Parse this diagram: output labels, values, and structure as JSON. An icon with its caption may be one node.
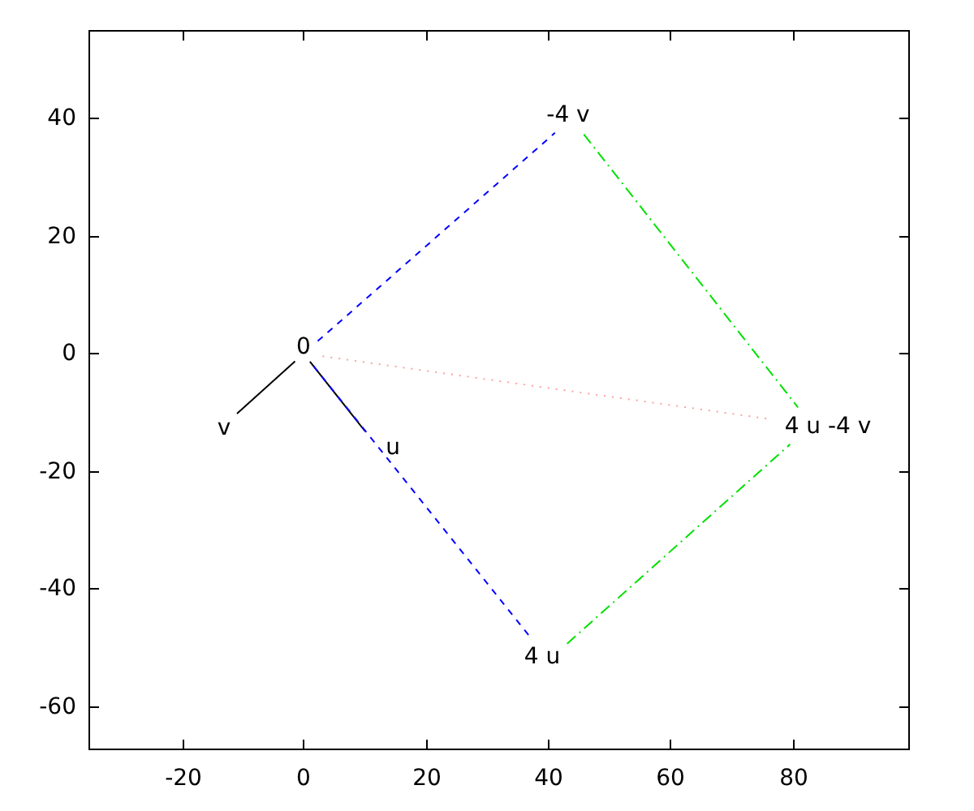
{
  "diagram": {
    "nodes": [
      {
        "text": [
          "0"
        ]
      },
      {
        "text": [
          "v"
        ]
      },
      {
        "text": [
          "u"
        ]
      },
      {
        "text": [
          "4 u"
        ]
      },
      {
        "text": [
          "-4 v"
        ]
      },
      {
        "text": [
          "4 u -4 v"
        ]
      }
    ],
    "edges": [
      {
        "from": 0,
        "to": 1,
        "arrow": "none"
      },
      {
        "from": 0,
        "to": 2,
        "arrow": "none"
      },
      {
        "from": 0,
        "to": 4,
        "arrow": "none",
        "style": "dashed",
        "color": "#0000ff"
      },
      {
        "from": 0,
        "to": 3,
        "arrow": "none",
        "style": "dashed",
        "color": "#0000ff"
      },
      {
        "from": 4,
        "to": 5,
        "arrow": "none",
        "style": "dashed",
        "color": "#00e000"
      },
      {
        "from": 3,
        "to": 5,
        "arrow": "none",
        "style": "dashed",
        "color": "#00e000"
      },
      {
        "from": 0,
        "to": 5,
        "arrow": "none",
        "style": "dashed",
        "color": "#ffa0a0"
      }
    ],
    "labels": [
      "40",
      "20",
      "0",
      "-20",
      "-40",
      "-60",
      "-20",
      "0",
      "20",
      "40",
      "60",
      "80"
    ]
  }
}
